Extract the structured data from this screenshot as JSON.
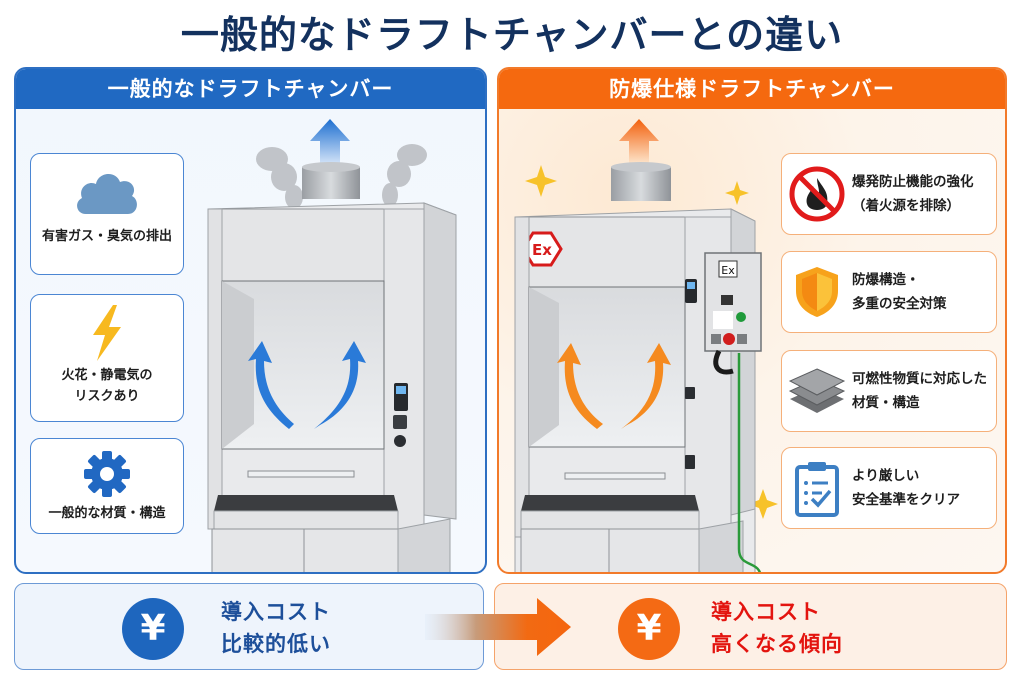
{
  "title": "一般的なドラフトチャンバーとの違い",
  "colors": {
    "title": "#13315e",
    "general_accent": "#2069c2",
    "explosion_proof_accent": "#f5690f",
    "cost_high_text": "#e3140f",
    "cost_low_text": "#1d4f9a",
    "ground_wire": "#2a9a3a"
  },
  "general": {
    "header": "一般的なドラフトチャンバー",
    "features": [
      {
        "icon": "cloud-icon",
        "lines": [
          "有害ガス・臭気の排出"
        ]
      },
      {
        "icon": "lightning-icon",
        "lines": [
          "火花・静電気の",
          "リスクあり"
        ]
      },
      {
        "icon": "gear-icon",
        "lines": [
          "一般的な材質・構造"
        ]
      }
    ],
    "cost": {
      "symbol": "¥",
      "lines": [
        "導入コスト",
        "比較的低い"
      ]
    }
  },
  "explosion_proof": {
    "header": "防爆仕様ドラフトチャンバー",
    "ex_mark": "Ex",
    "control_box_label": "Ex",
    "features": [
      {
        "icon": "no-fire-icon",
        "lines": [
          "爆発防止機能の強化",
          "（着火源を排除）"
        ]
      },
      {
        "icon": "shield-icon",
        "lines": [
          "防爆構造・",
          "多重の安全対策"
        ]
      },
      {
        "icon": "layers-icon",
        "lines": [
          "可燃性物質に対応した",
          "材質・構造"
        ]
      },
      {
        "icon": "clipboard-check-icon",
        "lines": [
          "より厳しい",
          "安全基準をクリア"
        ]
      }
    ],
    "cost": {
      "symbol": "¥",
      "lines": [
        "導入コスト",
        "高くなる傾向"
      ]
    }
  }
}
